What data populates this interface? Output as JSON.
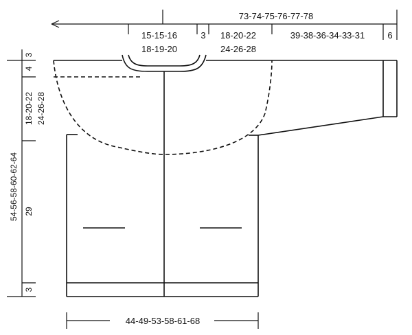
{
  "top_measurements": {
    "total_width": "73-74-75-76-77-78",
    "neck_width_line1": "15-15-16",
    "neck_width_line2": "18-19-20",
    "neck_edge": "3",
    "shoulder_line1": "18-20-22",
    "shoulder_line2": "24-26-28",
    "sleeve_length": "39-38-36-34-33-31",
    "cuff": "6"
  },
  "left_measurements": {
    "top_band": "3",
    "neck_depth": "4",
    "yoke_line1": "18-20-22",
    "yoke_line2": "24-26-28",
    "total_length": "54-56-58-60-62-64",
    "body_length": "29",
    "bottom_band": "3"
  },
  "bottom_measurements": {
    "body_width": "44-49-53-58-61-68"
  }
}
